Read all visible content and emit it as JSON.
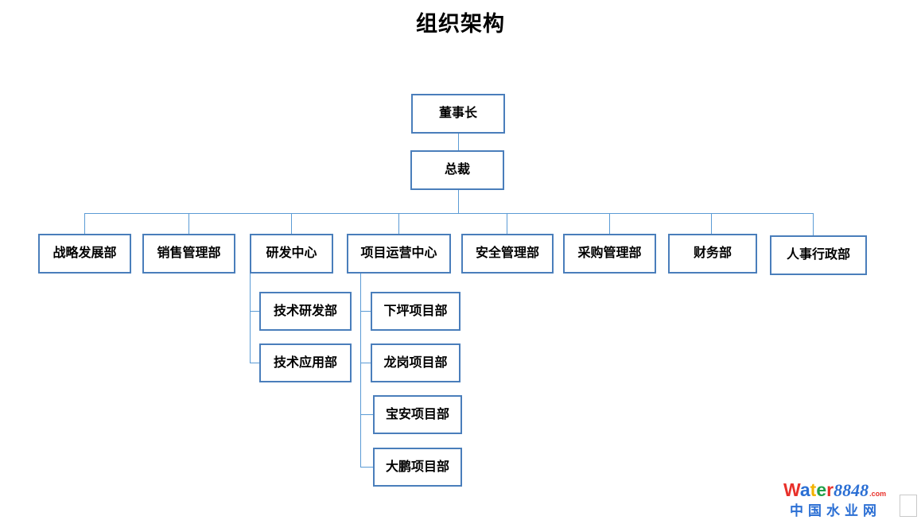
{
  "page": {
    "title": "组织架构",
    "accent_border_color": "#4a7ebb",
    "connector_color": "#5b9bd5",
    "background_color": "#ffffff"
  },
  "chart_data": {
    "type": "diagram",
    "title": "组织架构",
    "nodes": [
      {
        "id": "chairman",
        "label": "董事长",
        "level": 0
      },
      {
        "id": "president",
        "label": "总裁",
        "level": 1
      },
      {
        "id": "dept1",
        "label": "战略发展部",
        "level": 2
      },
      {
        "id": "dept2",
        "label": "销售管理部",
        "level": 2
      },
      {
        "id": "dept3",
        "label": "研发中心",
        "level": 2
      },
      {
        "id": "dept4",
        "label": "项目运营中心",
        "level": 2
      },
      {
        "id": "dept5",
        "label": "安全管理部",
        "level": 2
      },
      {
        "id": "dept6",
        "label": "采购管理部",
        "level": 2
      },
      {
        "id": "dept7",
        "label": "财务部",
        "level": 2
      },
      {
        "id": "dept8",
        "label": "人事行政部",
        "level": 2
      },
      {
        "id": "rd1",
        "label": "技术研发部",
        "level": 3,
        "parent": "dept3"
      },
      {
        "id": "rd2",
        "label": "技术应用部",
        "level": 3,
        "parent": "dept3"
      },
      {
        "id": "pj1",
        "label": "下坪项目部",
        "level": 3,
        "parent": "dept4"
      },
      {
        "id": "pj2",
        "label": "龙岗项目部",
        "level": 3,
        "parent": "dept4"
      },
      {
        "id": "pj3",
        "label": "宝安项目部",
        "level": 3,
        "parent": "dept4"
      },
      {
        "id": "pj4",
        "label": "大鹏项目部",
        "level": 3,
        "parent": "dept4"
      }
    ],
    "edges": [
      [
        "chairman",
        "president"
      ],
      [
        "president",
        "dept1"
      ],
      [
        "president",
        "dept2"
      ],
      [
        "president",
        "dept3"
      ],
      [
        "president",
        "dept4"
      ],
      [
        "president",
        "dept5"
      ],
      [
        "president",
        "dept6"
      ],
      [
        "president",
        "dept7"
      ],
      [
        "president",
        "dept8"
      ],
      [
        "dept3",
        "rd1"
      ],
      [
        "dept3",
        "rd2"
      ],
      [
        "dept4",
        "pj1"
      ],
      [
        "dept4",
        "pj2"
      ],
      [
        "dept4",
        "pj3"
      ],
      [
        "dept4",
        "pj4"
      ]
    ]
  },
  "watermark": {
    "brand_w": "W",
    "brand_a": "a",
    "brand_t": "t",
    "brand_e": "e",
    "brand_r": "r",
    "brand_number": "8848",
    "brand_tld": ".com",
    "brand_cn": "中国水业网"
  }
}
